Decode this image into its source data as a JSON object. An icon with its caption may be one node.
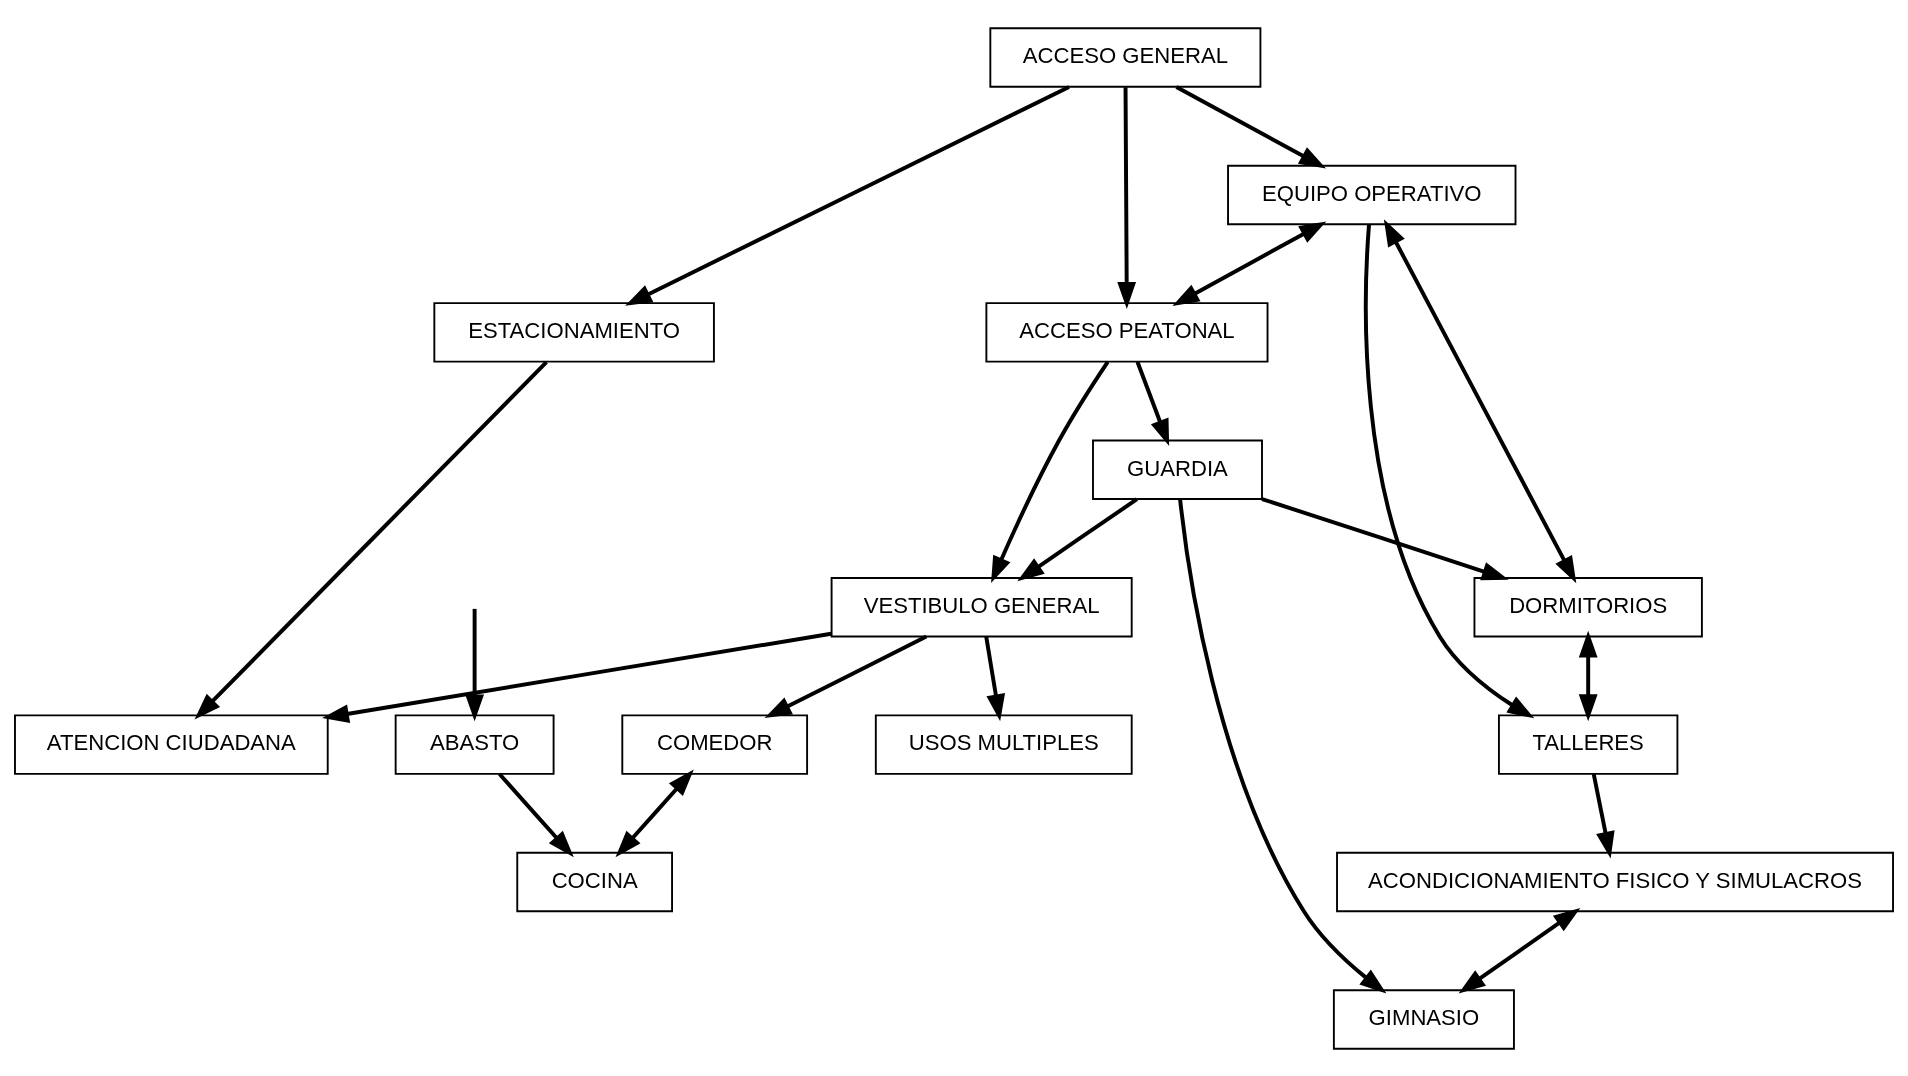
{
  "diagram": {
    "nodes": [
      {
        "text": [
          "ACCESO GENERAL"
        ]
      },
      {
        "text": [
          "ESTACIONAMIENTO"
        ]
      },
      {
        "text": [
          "EQUIPO OPERATIVO"
        ]
      },
      {
        "text": [
          "ACCESO PEATONAL"
        ]
      },
      {
        "text": [
          "TALLERES"
        ]
      },
      {
        "text": [
          "GUARDIA"
        ]
      },
      {
        "text": [
          "ATENCION CIUDADANA"
        ]
      },
      {
        "text": [
          "DORMITORIOS"
        ]
      },
      {
        "text": [
          "VESTIBULO GENERAL"
        ]
      },
      {
        "text": [
          "ABASTO"
        ]
      },
      {
        "text": [
          "ACONDICIONAMIENTO FISICO Y SIMULACROS"
        ]
      },
      {
        "text": [
          "GIMNASIO"
        ]
      },
      {
        "text": [
          "COMEDOR"
        ]
      },
      {
        "text": [
          "COCINA"
        ]
      },
      {
        "text": [
          "USOS MULTIPLES"
        ]
      }
    ],
    "edges": [
      {
        "from": 0,
        "to": 2,
        "arrow": "to"
      },
      {
        "from": 0,
        "to": 3,
        "arrow": "to"
      },
      {
        "from": 0,
        "to": 1,
        "arrow": "to"
      },
      {
        "from": 1,
        "to": 6,
        "arrow": "to"
      },
      {
        "from": 2,
        "to": 3,
        "arrow": "both"
      },
      {
        "from": 3,
        "to": 5,
        "arrow": "to"
      },
      {
        "from": 2,
        "to": 4,
        "arrow": "to"
      },
      {
        "from": 2,
        "to": 7,
        "arrow": "both"
      },
      {
        "from": 7,
        "to": 4,
        "arrow": "both"
      },
      {
        "from": 5,
        "to": 7,
        "arrow": "to"
      },
      {
        "from": 5,
        "to": 11,
        "arrow": "to"
      },
      {
        "from": 5,
        "to": 8,
        "arrow": "to"
      },
      {
        "from": 3,
        "to": 8,
        "arrow": "to"
      },
      {
        "from": 4,
        "to": 10,
        "arrow": "to"
      },
      {
        "from": 10,
        "to": 11,
        "arrow": "both"
      },
      {
        "from": 8,
        "to": 14,
        "arrow": "to"
      },
      {
        "from": 8,
        "to": 6,
        "arrow": "to"
      },
      {
        "from": 8,
        "to": 12,
        "arrow": "to"
      },
      {
        "from": 12,
        "to": 13,
        "arrow": "both"
      },
      {
        "from": 9,
        "to": 13,
        "arrow": "to"
      },
      {
        "from": null,
        "to": 9,
        "arrow": "to"
      }
    ]
  }
}
